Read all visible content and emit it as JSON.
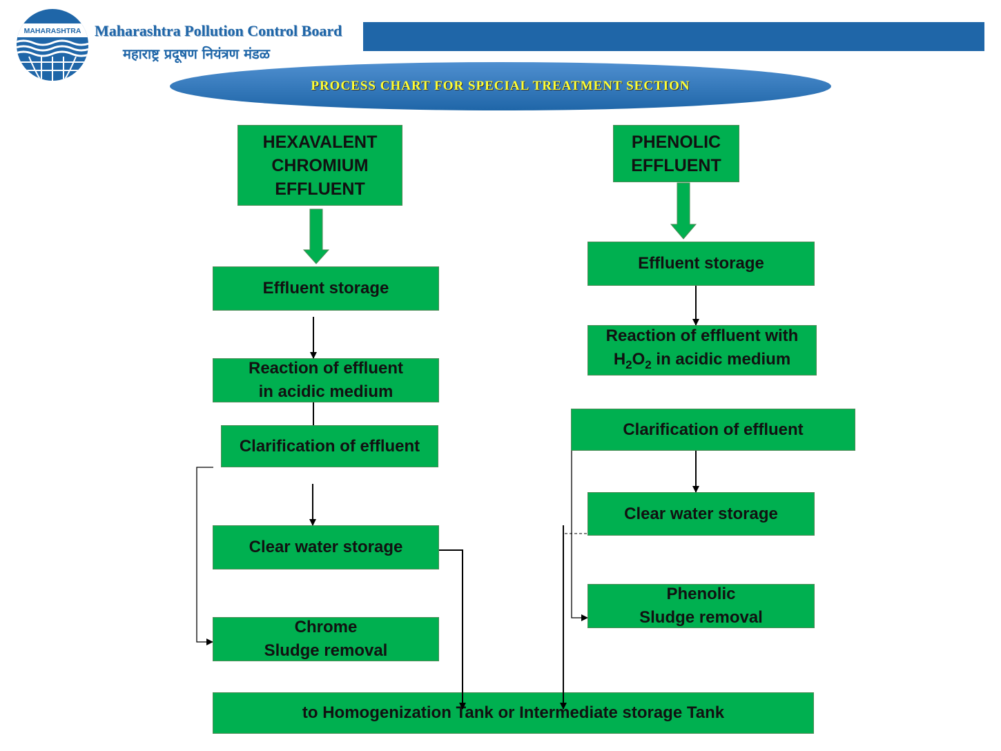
{
  "header": {
    "logo_label": "MAHARASHTRA",
    "org_name_en": "Maharashtra Pollution Control Board",
    "org_name_mr": "महाराष्ट्र प्रदूषण नियंत्रण मंडळ"
  },
  "title": "PROCESS CHART FOR SPECIAL TREATMENT SECTION",
  "left_flow": {
    "source_lines": [
      "HEXAVALENT",
      "CHROMIUM",
      "EFFLUENT"
    ],
    "storage": "Effluent storage",
    "reaction_lines": [
      "Reaction of effluent",
      "in acidic medium"
    ],
    "clarification": "Clarification of effluent",
    "clear_water": "Clear water storage",
    "sludge_lines": [
      "Chrome",
      "Sludge removal"
    ]
  },
  "right_flow": {
    "source_lines": [
      "PHENOLIC",
      "EFFLUENT"
    ],
    "storage": "Effluent storage",
    "reaction_line1": "Reaction of effluent with",
    "reaction_h": "H",
    "reaction_sub1": "2",
    "reaction_o": "O",
    "reaction_sub2": "2",
    "reaction_rest": " in acidic medium",
    "clarification": "Clarification of effluent",
    "clear_water": "Clear water storage",
    "sludge_lines": [
      "Phenolic",
      "Sludge removal"
    ]
  },
  "destination": "to Homogenization Tank or Intermediate storage Tank",
  "colors": {
    "box_fill": "#00b050",
    "header_blue": "#1f66a8",
    "title_text": "#ffff33"
  }
}
